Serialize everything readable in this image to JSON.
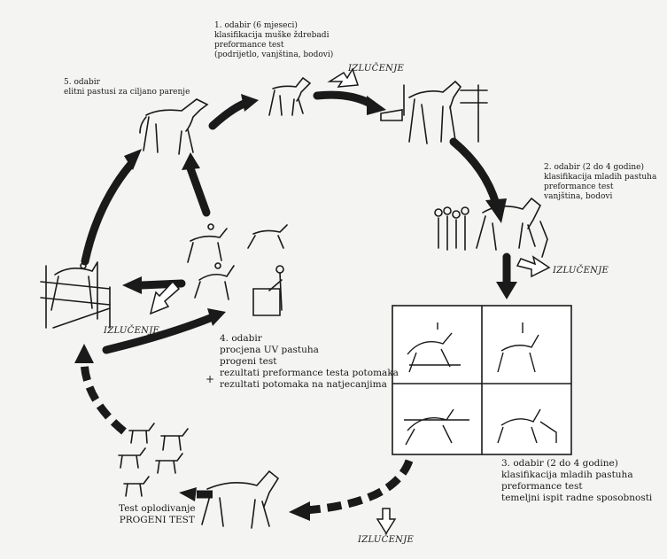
{
  "stages": {
    "s1": [
      "1. odabir (6 mjeseci)",
      "klasifikacija muške ždrebadi",
      "preformance test",
      "(podrijetlo, vanjština, bodovi)"
    ],
    "s2": [
      "2. odabir (2 do 4 godine)",
      "klasifikacija mladih pastuha",
      "preformance test",
      "vanjština, bodovi"
    ],
    "s3": [
      "3. odabir (2 do 4 godine)",
      "klasifikacija mladih pastuha",
      "preformance test",
      "temeljni ispit radne sposobnosti"
    ],
    "s4": [
      "4. odabir",
      "procjena UV pastuha",
      "progeni test",
      "rezultati preformance testa potomaka",
      "rezultati potomaka na natjecanjima"
    ],
    "s5": [
      "5. odabir",
      "elitni pastusi za ciljano parenje"
    ],
    "s4_plus": "+",
    "progeny": [
      "Test oplodivanje",
      "PROGENI TEST"
    ]
  },
  "culling_label": "IZLUČENJE",
  "colors": {
    "ink": "#1a1a1a",
    "paper": "#f4f4f2",
    "panel": "#ffffff"
  }
}
